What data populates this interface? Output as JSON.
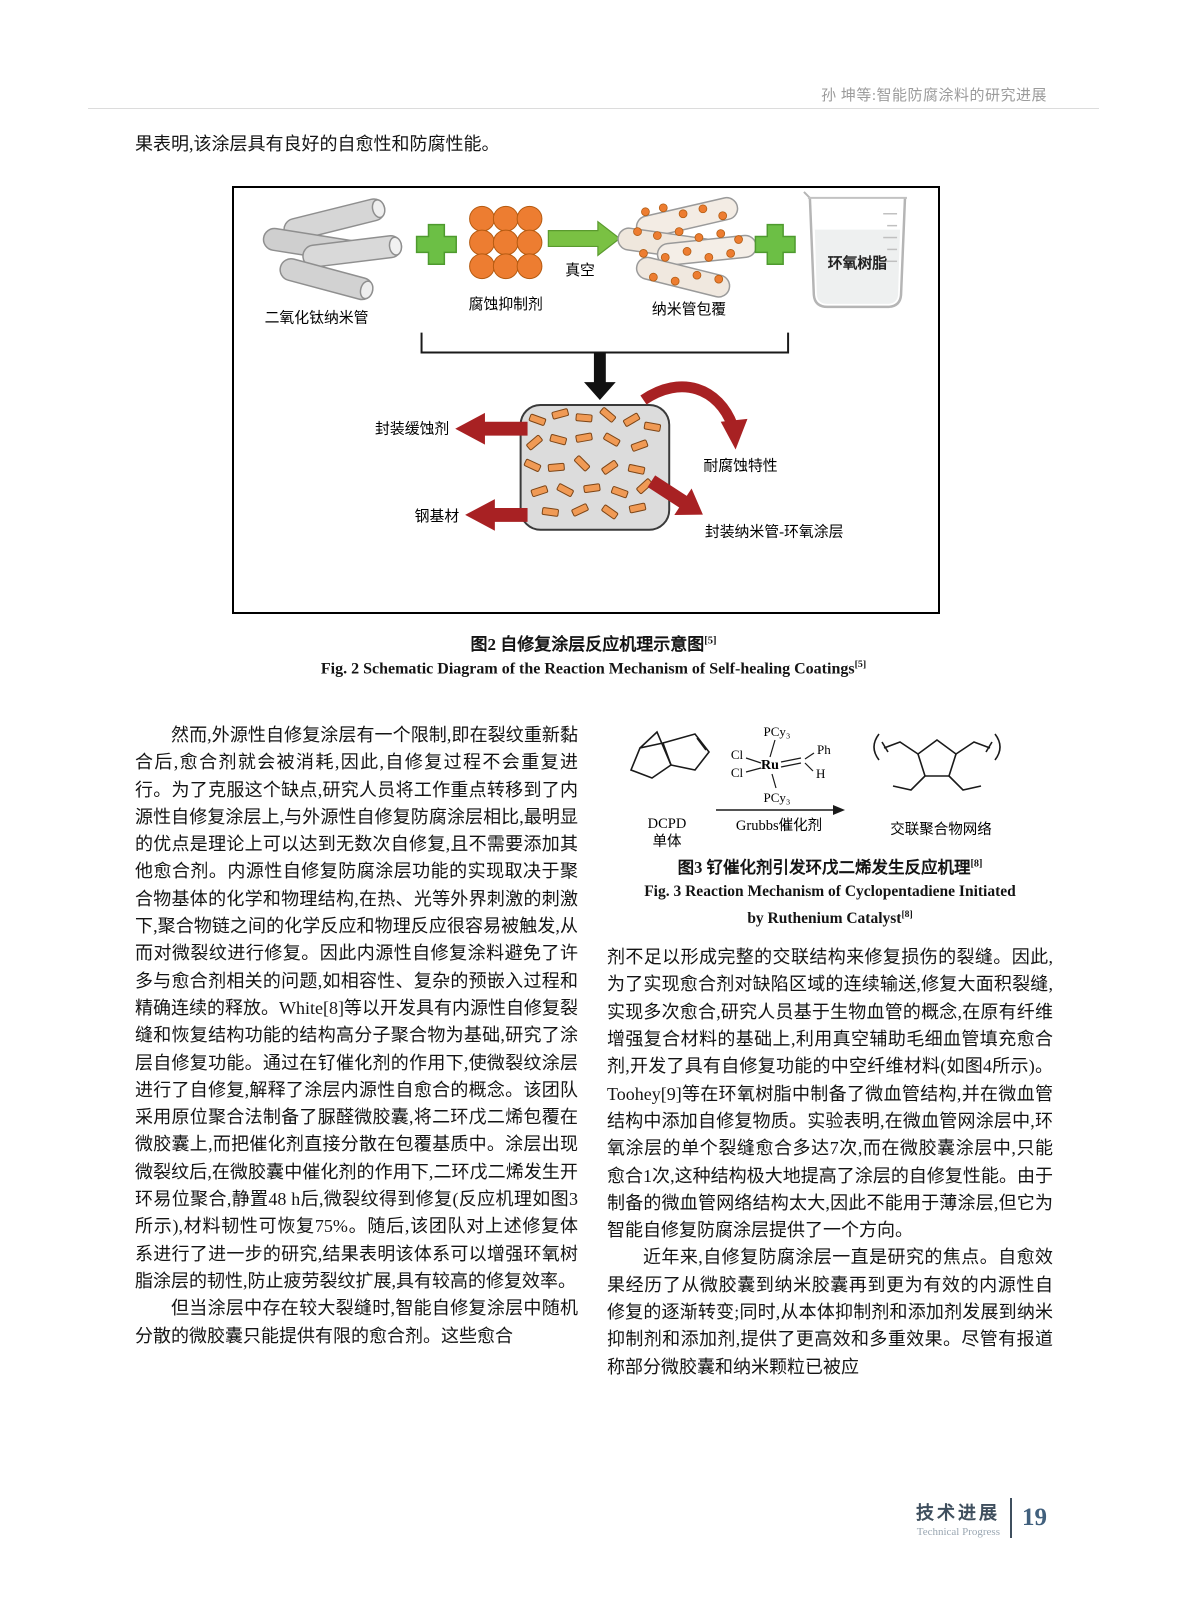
{
  "header": {
    "running_title": "孙  坤等:智能防腐涂料的研究进展"
  },
  "body": {
    "intro_line": "果表明,该涂层具有良好的自愈性和防腐性能。"
  },
  "figure2": {
    "labels": {
      "nanotubes": "二氧化钛纳米管",
      "inhibitor": "腐蚀抑制剂",
      "vacuum": "真空",
      "coated": "纳米管包覆",
      "epoxy": "环氧树脂",
      "encapsulated_inhibitor": "封装缓蚀剂",
      "steel_substrate": "钢基材",
      "corrosion_resistance": "耐腐蚀特性",
      "coating": "封装纳米管-环氧涂层"
    },
    "caption_zh": "图2  自修复涂层反应机理示意图",
    "caption_zh_ref": "[5]",
    "caption_en": "Fig. 2  Schematic Diagram of the Reaction Mechanism of Self-healing Coatings",
    "caption_en_ref": "[5]"
  },
  "figure3": {
    "labels": {
      "dcpd": "DCPD",
      "monomer": "单体",
      "catalyst": "Grubbs催化剂",
      "network": "交联聚合物网络",
      "pcy3_top": "PCy₃",
      "pcy3_bottom": "PCy₃",
      "cl_top": "Cl",
      "cl_bottom": "Cl",
      "ru": "Ru",
      "ph": "Ph",
      "h": "H"
    },
    "caption_zh": "图3  钌催化剂引发环戊二烯发生反应机理",
    "caption_zh_ref": "[8]",
    "caption_en_line1": "Fig. 3  Reaction Mechanism of Cyclopentadiene Initiated",
    "caption_en_line2": "by Ruthenium Catalyst",
    "caption_en_ref": "[8]"
  },
  "left_column": {
    "para1": "然而,外源性自修复涂层有一个限制,即在裂纹重新黏合后,愈合剂就会被消耗,因此,自修复过程不会重复进行。为了克服这个缺点,研究人员将工作重点转移到了内源性自修复涂层上,与外源性自修复防腐涂层相比,最明显的优点是理论上可以达到无数次自修复,且不需要添加其他愈合剂。内源性自修复防腐涂层功能的实现取决于聚合物基体的化学和物理结构,在热、光等外界刺激的刺激下,聚合物链之间的化学反应和物理反应很容易被触发,从而对微裂纹进行修复。因此内源性自修复涂料避免了许多与愈合剂相关的问题,如相容性、复杂的预嵌入过程和精确连续的释放。White[8]等以开发具有内源性自修复裂缝和恢复结构功能的结构高分子聚合物为基础,研究了涂层自修复功能。通过在钌催化剂的作用下,使微裂纹涂层进行了自修复,解释了涂层内源性自愈合的概念。该团队采用原位聚合法制备了脲醛微胶囊,将二环戊二烯包覆在微胶囊上,而把催化剂直接分散在包覆基质中。涂层出现微裂纹后,在微胶囊中催化剂的作用下,二环戊二烯发生开环易位聚合,静置48 h后,微裂纹得到修复(反应机理如图3所示),材料韧性可恢复75%。随后,该团队对上述修复体系进行了进一步的研究,结果表明该体系可以增强环氧树脂涂层的韧性,防止疲劳裂纹扩展,具有较高的修复效率。",
    "para2": "但当涂层中存在较大裂缝时,智能自修复涂层中随机分散的微胶囊只能提供有限的愈合剂。这些愈合"
  },
  "right_column": {
    "para1": "剂不足以形成完整的交联结构来修复损伤的裂缝。因此,为了实现愈合剂对缺陷区域的连续输送,修复大面积裂缝,实现多次愈合,研究人员基于生物血管的概念,在原有纤维增强复合材料的基础上,利用真空辅助毛细血管填充愈合剂,开发了具有自修复功能的中空纤维材料(如图4所示)。Toohey[9]等在环氧树脂中制备了微血管结构,并在微血管结构中添加自修复物质。实验表明,在微血管网涂层中,环氧涂层的单个裂缝愈合多达7次,而在微胶囊涂层中,只能愈合1次,这种结构极大地提高了涂层的自修复性能。由于制备的微血管网络结构太大,因此不能用于薄涂层,但它为智能自修复防腐涂层提供了一个方向。",
    "para2": "近年来,自修复防腐涂层一直是研究的焦点。自愈效果经历了从微胶囊到纳米胶囊再到更为有效的内源性自修复的逐渐转变;同时,从本体抑制剂和添加剂发展到纳米抑制剂和添加剂,提供了更高效和多重效果。尽管有报道称部分微胶囊和纳米颗粒已被应"
  },
  "footer": {
    "label_zh": "技术进展",
    "label_en": "Technical Progress",
    "page": "19"
  }
}
